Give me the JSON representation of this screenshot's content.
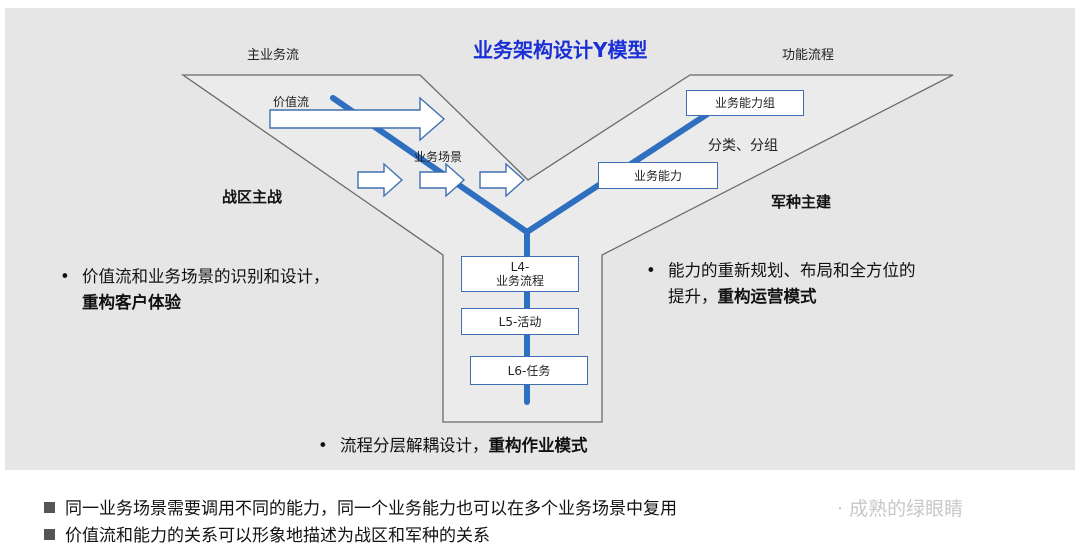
{
  "title": "业务架构设计Y模型",
  "labels": {
    "main_flow": "主业务流",
    "func_flow": "功能流程",
    "value_stream": "价值流",
    "biz_scene": "业务场景",
    "classify": "分类、分组",
    "war_zone": "战区主战",
    "service_build": "军种主建"
  },
  "boxes": {
    "capability_group": "业务能力组",
    "capability": "业务能力",
    "l4_line1": "L4-",
    "l4_line2": "业务流程",
    "l5": "L5-活动",
    "l6": "L6-任务"
  },
  "bullets": {
    "left_line1": "价值流和业务场景的识别和设计，",
    "left_line2": "重构客户体验",
    "right_line1": "能力的重新规划、布局和全方位的",
    "right_line2a": "提升，",
    "right_line2b": "重构运营模式",
    "bottom_a": "流程分层解耦设计，",
    "bottom_b": "重构作业模式"
  },
  "footer": {
    "line1": "同一业务场景需要调用不同的能力，同一个业务能力也可以在多个业务场景中复用",
    "line2": "价值流和能力的关系可以形象地描述为战区和军种的关系"
  },
  "watermark": {
    "separator": "·",
    "text": "成熟的绿眼睛"
  },
  "colors": {
    "title": "#1a2fd6",
    "line": "#2f6fbf",
    "box_border": "#3f6fb0",
    "panel": "#e6e6e6"
  }
}
